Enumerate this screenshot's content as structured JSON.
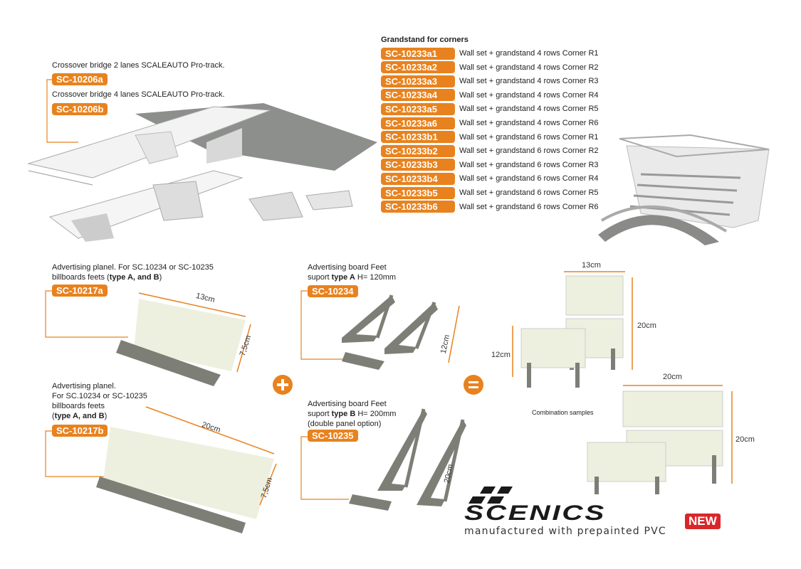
{
  "colors": {
    "accent": "#e8821e",
    "panel": "#eef0df",
    "plastic": "#7d7f77",
    "new_badge": "#d9262b"
  },
  "bridges": {
    "items": [
      {
        "description": "Crossover bridge 2 lanes SCALEAUTO Pro-track.",
        "code": "SC-10206a"
      },
      {
        "description": "Crossover bridge 4 lanes SCALEAUTO Pro-track.",
        "code": "SC-10206b"
      }
    ]
  },
  "grandstand": {
    "heading": "Grandstand for corners",
    "items": [
      {
        "code": "SC-10233a1",
        "description": "Wall set + grandstand 4 rows Corner R1"
      },
      {
        "code": "SC-10233a2",
        "description": "Wall set + grandstand 4 rows Corner R2"
      },
      {
        "code": "SC-10233a3",
        "description": "Wall set + grandstand 4 rows Corner R3"
      },
      {
        "code": "SC-10233a4",
        "description": "Wall set + grandstand 4 rows Corner R4"
      },
      {
        "code": "SC-10233a5",
        "description": "Wall set + grandstand 4 rows Corner R5"
      },
      {
        "code": "SC-10233a6",
        "description": "Wall set + grandstand 4 rows Corner R6"
      },
      {
        "code": "SC-10233b1",
        "description": "Wall set + grandstand 6 rows Corner R1"
      },
      {
        "code": "SC-10233b2",
        "description": "Wall set + grandstand 6 rows Corner R2"
      },
      {
        "code": "SC-10233b3",
        "description": "Wall set + grandstand 6 rows Corner R3"
      },
      {
        "code": "SC-10233b4",
        "description": "Wall set + grandstand 6 rows Corner R4"
      },
      {
        "code": "SC-10233b5",
        "description": "Wall set + grandstand 6 rows Corner R5"
      },
      {
        "code": "SC-10233b6",
        "description": "Wall set + grandstand 6 rows Corner R6"
      }
    ]
  },
  "panel_a": {
    "line1": "Advertising planel. For SC.10234 or SC-10235",
    "line2_pre": "billboards feets (",
    "line2_bold": "type A, and B",
    "line2_post": ")",
    "code": "SC-10217a",
    "width": "13cm",
    "height": "7,5cm"
  },
  "panel_b": {
    "line1": "Advertising planel.",
    "line2": "For SC.10234 or SC-10235",
    "line3": "billboards feets",
    "line4_pre": "(",
    "line4_bold": "type A, and B",
    "line4_post": ")",
    "code": "SC-10217b",
    "width": "20cm",
    "height": "7,5cm"
  },
  "feet_a": {
    "line1": "Advertising board Feet",
    "line2_pre": "suport ",
    "line2_bold": "type A",
    "line2_post": " H= 120mm",
    "code": "SC-10234",
    "height": "12cm"
  },
  "feet_b": {
    "line1": "Advertising board Feet",
    "line2_pre": "suport ",
    "line2_bold": "type B",
    "line2_post": " H= 200mm",
    "line3": "(double panel option)",
    "code": "SC-10235",
    "height": "20cm"
  },
  "combination": {
    "label": "Combination samples",
    "dims": {
      "top_width": "13cm",
      "top_height": "20cm",
      "left_height": "12cm",
      "bottom_width": "20cm",
      "bottom_height": "20cm"
    }
  },
  "brand": {
    "logo": "SCENICS",
    "tagline": "manufactured with prepainted PVC",
    "new_badge": "NEW"
  }
}
